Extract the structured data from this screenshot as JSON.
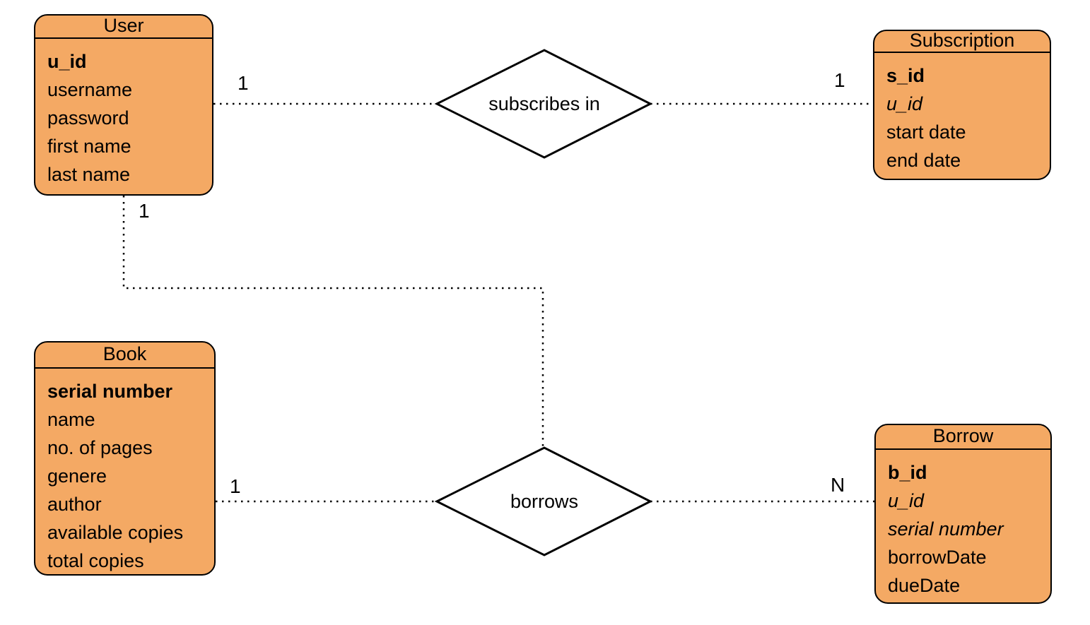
{
  "colors": {
    "entity_fill": "#F4A964",
    "entity_border": "#000000",
    "relationship_fill": "#FFFFFF",
    "line_color": "#000000",
    "canvas_bg": "#FFFFFF"
  },
  "entities": {
    "user": {
      "title": "User",
      "attributes": [
        {
          "name": "u_id",
          "key": "primary"
        },
        {
          "name": "username",
          "key": "none"
        },
        {
          "name": "password",
          "key": "none"
        },
        {
          "name": "first name",
          "key": "none"
        },
        {
          "name": "last name",
          "key": "none"
        }
      ]
    },
    "subscription": {
      "title": "Subscription",
      "attributes": [
        {
          "name": "s_id",
          "key": "primary"
        },
        {
          "name": "u_id",
          "key": "foreign"
        },
        {
          "name": "start date",
          "key": "none"
        },
        {
          "name": "end date",
          "key": "none"
        }
      ]
    },
    "book": {
      "title": "Book",
      "attributes": [
        {
          "name": "serial number",
          "key": "primary"
        },
        {
          "name": "name",
          "key": "none"
        },
        {
          "name": "no. of pages",
          "key": "none"
        },
        {
          "name": "genere",
          "key": "none"
        },
        {
          "name": "author",
          "key": "none"
        },
        {
          "name": "available copies",
          "key": "none"
        },
        {
          "name": "total copies",
          "key": "none"
        }
      ]
    },
    "borrow": {
      "title": "Borrow",
      "attributes": [
        {
          "name": "b_id",
          "key": "primary"
        },
        {
          "name": "u_id",
          "key": "foreign"
        },
        {
          "name": "serial number",
          "key": "foreign"
        },
        {
          "name": "borrowDate",
          "key": "none"
        },
        {
          "name": "dueDate",
          "key": "none"
        }
      ]
    }
  },
  "relationships": {
    "subscribes_in": {
      "label": "subscribes in",
      "cardinality_user": "1",
      "cardinality_subscription": "1"
    },
    "borrows": {
      "label": "borrows",
      "cardinality_user": "1",
      "cardinality_book": "1",
      "cardinality_borrow": "N"
    }
  }
}
